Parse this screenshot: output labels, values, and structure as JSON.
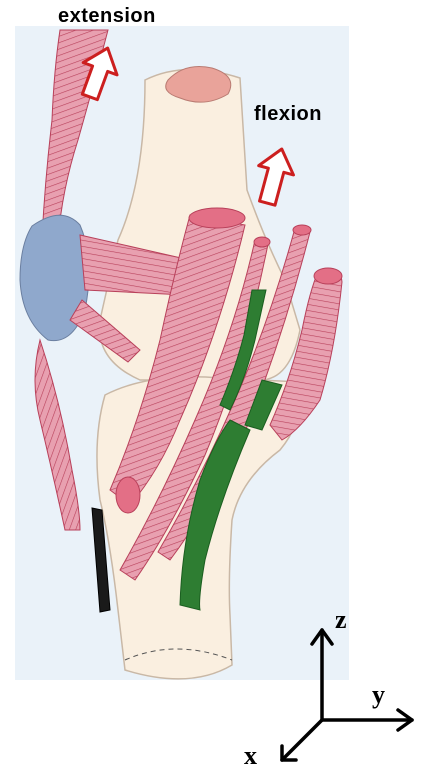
{
  "labels": {
    "extension": "extension",
    "flexion": "flexion"
  },
  "axes": {
    "z": "z",
    "y": "y",
    "x": "x"
  },
  "colors": {
    "background_panel": "#eaf2f9",
    "bone": "#faefe0",
    "bone_outline": "#c9b8a6",
    "muscle": "#e8a0b0",
    "muscle_dark": "#b8405a",
    "patella": "#8fa8cc",
    "ligament_green": "#2e7d32",
    "arrow_red": "#cc1f1f",
    "bone_cut": "#e9a39a"
  }
}
